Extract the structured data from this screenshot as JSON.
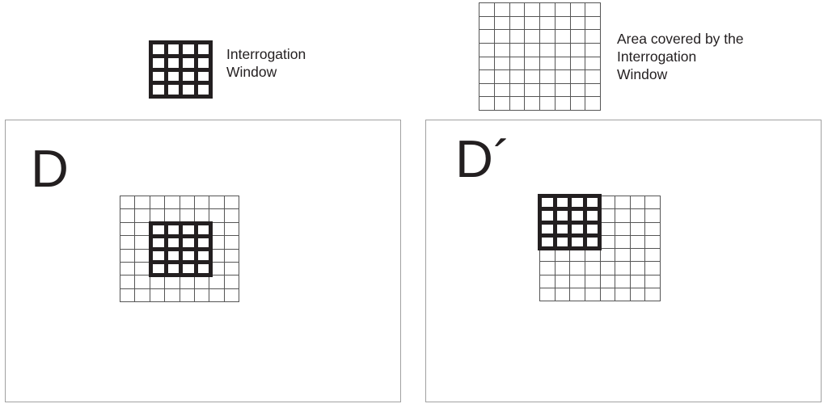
{
  "colors": {
    "ink": "#231f20",
    "grid_line": "#555555",
    "panel_border": "#a1a1a1",
    "background": "#ffffff"
  },
  "legend": {
    "window": {
      "label": "Interrogation\nWindow",
      "grid": {
        "rows": 4,
        "cols": 4,
        "style": "bold"
      }
    },
    "area": {
      "label": "Area covered by the\nInterrogation\nWindow",
      "grid": {
        "rows": 8,
        "cols": 8,
        "style": "thin"
      }
    }
  },
  "panels": [
    {
      "label": "D",
      "grid": {
        "rows": 8,
        "cols": 8
      },
      "window": {
        "rows": 4,
        "cols": 4,
        "position": "center"
      }
    },
    {
      "label": "D´",
      "grid": {
        "rows": 8,
        "cols": 8
      },
      "window": {
        "rows": 4,
        "cols": 4,
        "position": "top-left"
      }
    }
  ]
}
